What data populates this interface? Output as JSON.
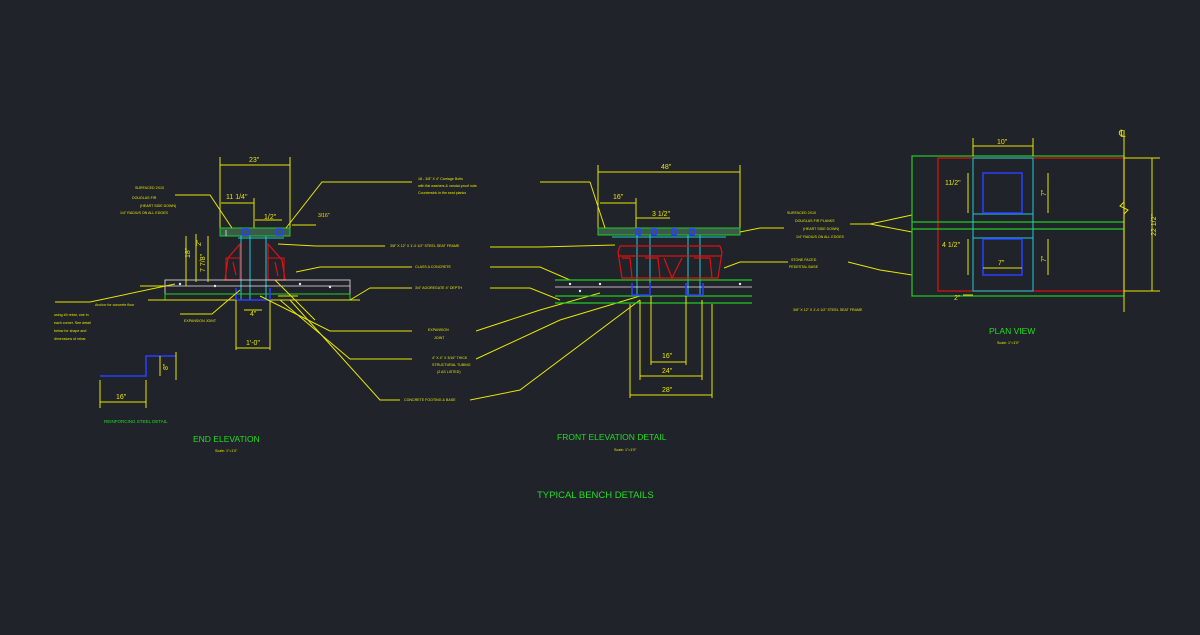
{
  "title": "TYPICAL BENCH DETAILS",
  "colors": {
    "background": "#21232b",
    "dimension": "#e5e500",
    "title": "#22dd22",
    "concrete_slab": "#22cc22",
    "tube": "#22c8d8",
    "stone_pedestal": "#e01010",
    "rebar": "#2a3cff"
  },
  "end_elevation": {
    "title": "END ELEVATION",
    "scale": "Scale: 1\"=1'0\"",
    "dimensions": [
      "23\"",
      "11 1/4\"",
      "1/2\"",
      "3/16\"",
      "2\"",
      "7 7/8\"",
      "18\"",
      "4\"",
      "1'-0\""
    ],
    "notes": {
      "seat": [
        "SURFACED 2X10",
        "DOUGLAS FIR",
        "(HEART SIDE DOWN)",
        "1/4\" RADIUS ON ALL EDGES"
      ],
      "bolts": [
        "18 - 3/8\" X 4\" Carriage Bolts",
        "with flat washers & vandal-proof nuts",
        "Countersink in the seat planks"
      ],
      "anchor": [
        "Anchor for concrete floor"
      ],
      "rebar": [
        "using #4 rebar, one in",
        "each corner. See detail",
        "below for shape and",
        "dimensions of rebar."
      ],
      "expansion": [
        "EXPANSION JOINT"
      ]
    }
  },
  "reinforcing": {
    "title": "REINFORCING STEEL DETAIL",
    "dimensions": [
      "16\"",
      "8\""
    ]
  },
  "callouts": {
    "frame": "3/8\" X 12\" X 1'-0 1/2\" STEEL SEAT FRAME",
    "concrete": "CLASS A CONCRETE",
    "aggregate": "3/4\" AGGREGATE 4\" DEPTH",
    "expansion": [
      "EXPANSION",
      "JOINT"
    ],
    "tubing": [
      "4\" X 4\" X 3/16\" THICK",
      "STRUCTURAL TUBING",
      "(2 AS LISTED)"
    ],
    "footing": "CONCRETE FOOTING & BASE"
  },
  "front_elevation": {
    "title": "FRONT ELEVATION DETAIL",
    "scale": "Scale: 1\"=1'0\"",
    "dimensions": [
      "48\"",
      "16\"",
      "3 1/2\"",
      "16\"",
      "24\"",
      "28\""
    ],
    "notes": {
      "seat": [
        "SURFACED 2X10",
        "DOUGLAS FIR PLANKS",
        "(HEART SIDE DOWN)",
        "1/4\" RADIUS ON ALL EDGES"
      ],
      "pedestal": [
        "STONE FACED",
        "PEDESTAL BASE"
      ],
      "frame": "3/8\" X 12\" X 1'-0 1/2\" STEEL SEAT FRAME"
    }
  },
  "plan_view": {
    "title": "PLAN VIEW",
    "scale": "Scale: 1\"=1'0\"",
    "dimensions": [
      "10\"",
      "11/2\"",
      "7\"",
      "4 1/2\"",
      "7\"",
      "7\"",
      "2\"",
      "22 1/2\""
    ],
    "centerline": "℄"
  }
}
